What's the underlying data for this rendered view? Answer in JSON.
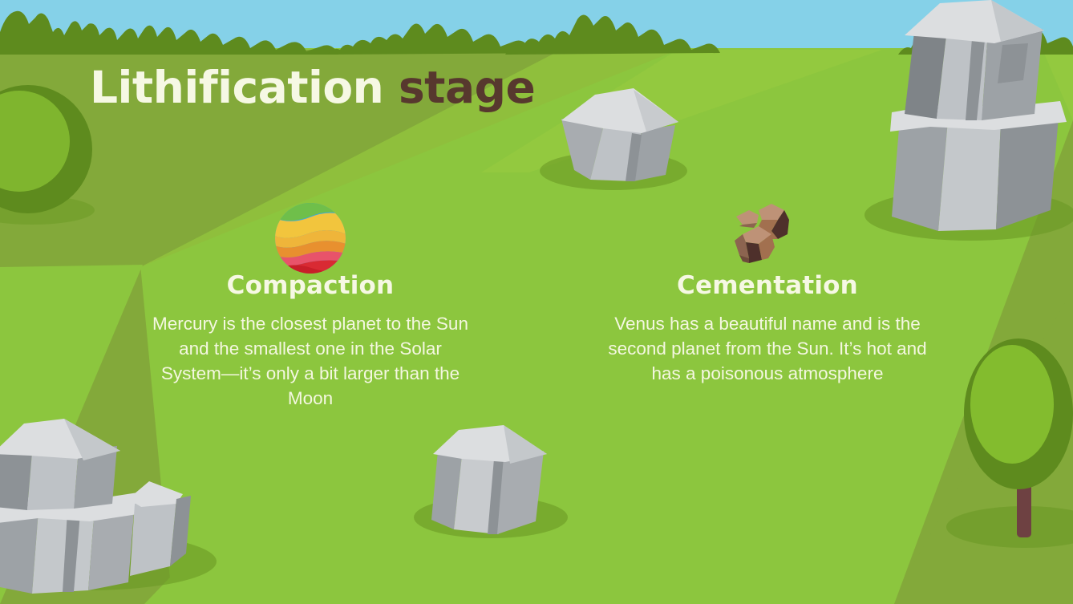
{
  "slide": {
    "title_main": "Lithification",
    "title_accent": "stage",
    "columns": [
      {
        "icon": "sediment-layers-circle-icon",
        "heading": "Compaction",
        "body": "Mercury is the closest planet to the Sun and the smallest one in the Solar System—it’s only a bit larger than the Moon"
      },
      {
        "icon": "cemented-pebbles-icon",
        "heading": "Cementation",
        "body": "Venus has a beautiful name and is the second planet from the Sun. It’s hot and has a poisonous atmosphere"
      }
    ]
  },
  "colors": {
    "sky": "#85D1E8",
    "ground_bright": "#8CC63E",
    "ground_dull": "#83A93A",
    "ground_wedge": "#93C93F",
    "treeline": "#5E8B1E",
    "bush_dark": "#5E8B1E",
    "bush_light": "#7FB52E",
    "shadow": "#6B9A25",
    "rock_light": "#DCDEE0",
    "rock_mid": "#BEC2C6",
    "rock_dark": "#8D9296",
    "rock_darkest": "#74797D",
    "trunk": "#6E4142",
    "title_cream": "#F6F8E4",
    "title_brown": "#57382E",
    "text_cream": "#F4F7E0"
  },
  "icon_compaction_layers": {
    "sky_band": "#3BA9DC",
    "band_2": "#6FBF4A",
    "band_3": "#F2C53D",
    "band_4": "#E8902F",
    "band_5": "#E8536A",
    "band_6": "#D92A33"
  },
  "icon_cementation_rocks": {
    "top_light": "#BE9277",
    "top_mid": "#A2704F",
    "side_dark": "#4E302B",
    "side_mid": "#8C6450"
  },
  "scene": {
    "sky_label": "sky",
    "treeline_label": "tree-line",
    "rocks": [
      "rock-top-center",
      "rock-top-right-large",
      "rock-bottom-left-large",
      "rock-bottom-center"
    ],
    "bushes": [
      "bush-left-edge"
    ],
    "trees": [
      "tree-right"
    ]
  }
}
